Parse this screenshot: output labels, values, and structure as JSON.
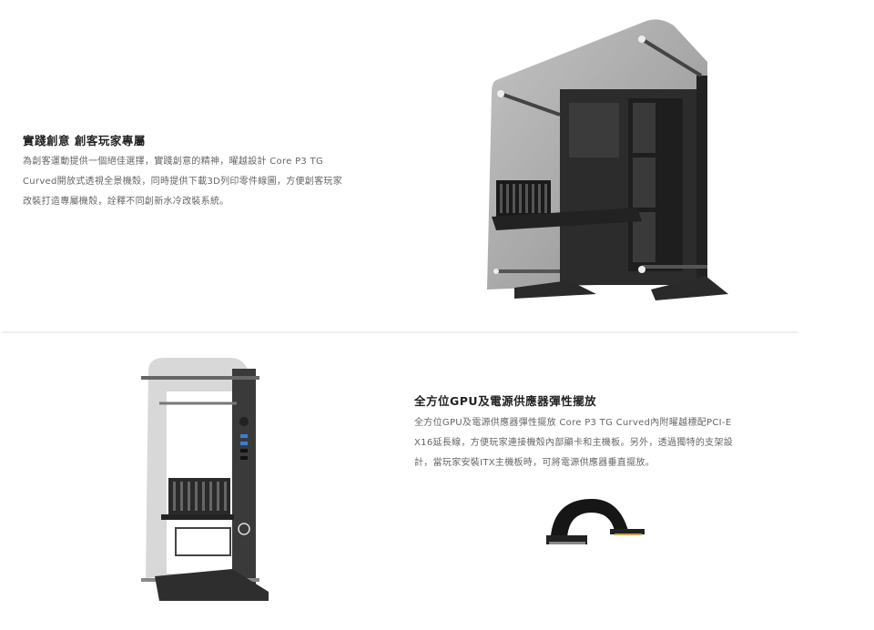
{
  "section1": {
    "title": "實踐創意 創客玩家專屬",
    "body_lines": [
      "為創客運動提供一個絕佳選擇，實踐創意的精神，曜越設計 Core P3 TG",
      "Curved開放式透視全景機殼，同時提供下載3D列印零件線圖，方便創客玩家",
      "改裝打造專屬機殼，詮釋不同創新水冷改裝系統。"
    ],
    "image": "case-front-three-quarter-view"
  },
  "section2": {
    "title": "全方位GPU及電源供應器彈性擺放",
    "body_lines": [
      "全方位GPU及電源供應器彈性擺放 Core P3 TG Curved內附曜越標配PCI-E",
      "X16延長線，方便玩家連接機殼內部顯卡和主機板。另外，透過獨特的支架設",
      "計，當玩家安裝ITX主機板時，可將電源供應器垂直擺放。"
    ],
    "image": "case-side-view",
    "secondary_image": "pcie-riser-cable"
  },
  "colors": {
    "title": "#222222",
    "body": "#666666",
    "divider": "#efefef",
    "case_black": "#2a2a2a",
    "glass": "#9a9a9a"
  }
}
